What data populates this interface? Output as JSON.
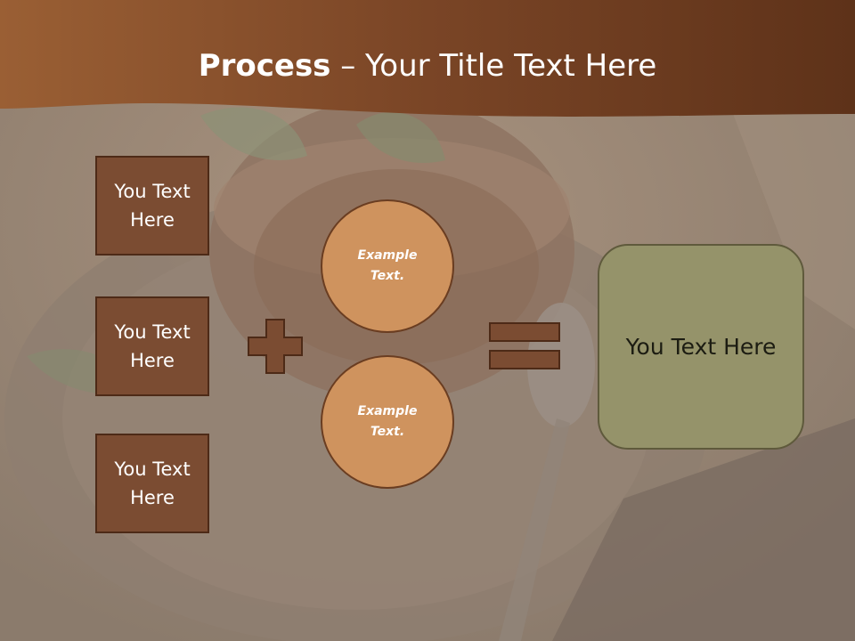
{
  "slide": {
    "title_bold": "Process",
    "title_rest": " – Your Title Text Here"
  },
  "inputs": [
    {
      "label": "You Text Here"
    },
    {
      "label": "You Text Here"
    },
    {
      "label": "You Text Here"
    }
  ],
  "circles": [
    {
      "label": "Example Text."
    },
    {
      "label": "Example Text."
    }
  ],
  "result": {
    "label": "You Text Here"
  },
  "colors": {
    "header": "#6b3f22",
    "box": "#7b4c32",
    "circle": "#cf935e",
    "result": "#95936a",
    "operator": "#7b4c32"
  }
}
